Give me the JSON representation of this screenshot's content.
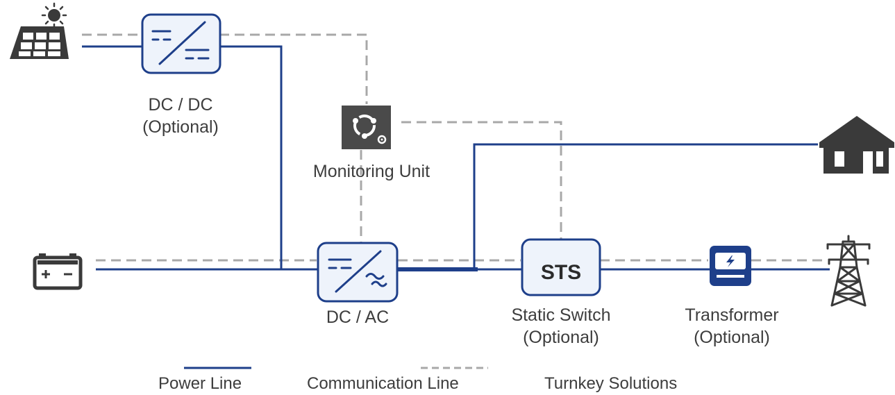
{
  "colors": {
    "power_line": "#1e3f8a",
    "communication_line": "#a8a8a8",
    "device_border": "#1e3f8a",
    "device_fill": "#eef3fb",
    "icon_dark": "#3a3a3a",
    "monitor_icon_bg": "#4a4a4a",
    "transformer_fill": "#1e3f8a",
    "label_text": "#3d3d3d"
  },
  "icons": {
    "solar": "solar-panel-with-sun-icon",
    "battery": "battery-icon",
    "house": "house-icon",
    "grid": "power-tower-icon",
    "monitor": "monitoring-unit-icon",
    "dcdc": "dc-dc-converter-icon",
    "dcac": "dc-ac-inverter-icon",
    "transformer": "transformer-meter-icon"
  },
  "nodes": {
    "dcdc": {
      "line1": "DC / DC",
      "line2": "(Optional)"
    },
    "monitor": {
      "label": "Monitoring Unit"
    },
    "dcac": {
      "label": "DC / AC"
    },
    "sts": {
      "symbol": "STS",
      "line1": "Static Switch",
      "line2": "(Optional)"
    },
    "transformer": {
      "line1": "Transformer",
      "line2": "(Optional)"
    }
  },
  "legend": {
    "power_line": "Power Line",
    "communication_line": "Communication Line",
    "turnkey": "Turnkey Solutions"
  }
}
